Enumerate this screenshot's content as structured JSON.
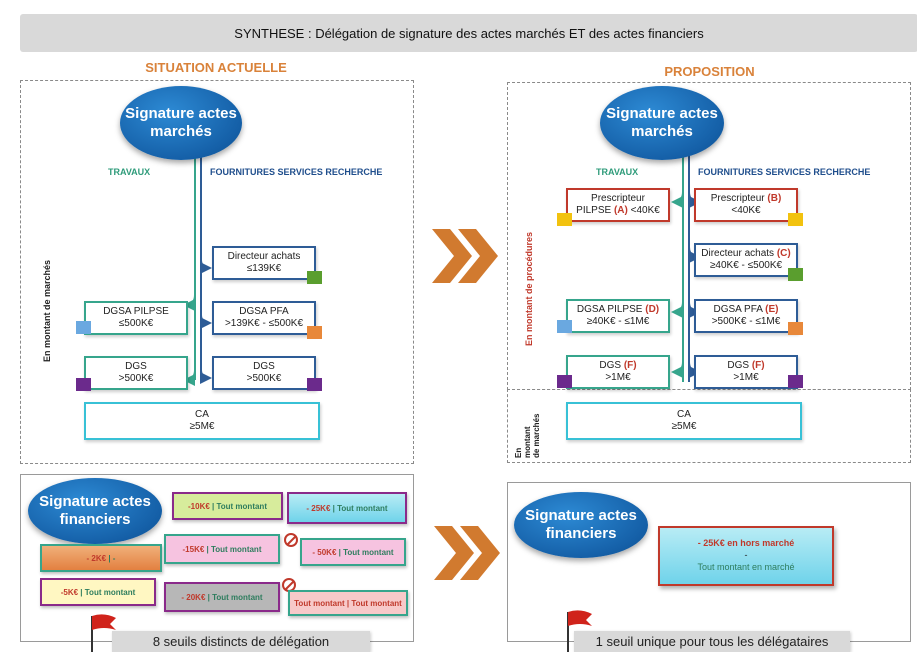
{
  "banner": "SYNTHESE : Délégation de signature des actes marchés ET des actes financiers",
  "left": {
    "title": "SITUATION ACTUELLE",
    "ellipse": [
      "Signature actes",
      "marchés"
    ],
    "col_travaux": "TRAVAUX",
    "col_fsr": "FOURNITURES SERVICES RECHERCHE",
    "vertical_label": "En montant de marchés",
    "boxes": {
      "dir_achats": [
        "Directeur achats",
        "≤139K€"
      ],
      "dgsa_pilpse": [
        "DGSA PILPSE",
        "≤500K€"
      ],
      "dgsa_pfa": [
        "DGSA PFA",
        ">139K€ - ≤500K€"
      ],
      "dgs_t": [
        "DGS",
        ">500K€"
      ],
      "dgs_f": [
        "DGS",
        ">500K€"
      ],
      "ca": [
        "CA",
        "≥5M€"
      ]
    }
  },
  "right": {
    "title": "PROPOSITION",
    "ellipse": [
      "Signature actes",
      "marchés"
    ],
    "col_travaux": "TRAVAUX",
    "col_fsr": "FOURNITURES SERVICES RECHERCHE",
    "vertical_label": "En montant de procédures",
    "vertical_label2": [
      "En",
      "montant",
      "de marchés"
    ],
    "boxes": {
      "prescr_pilpse": {
        "l1": "Prescripteur",
        "l2a": "PILPSE ",
        "tag": "(A)",
        "l2b": " <40K€"
      },
      "prescr": {
        "l1a": "Prescripteur ",
        "tag": "(B)",
        "l2": "<40K€"
      },
      "dir_achats": {
        "l1a": "Directeur achats ",
        "tag": "(C)",
        "l2": "≥40K€ - ≤500K€"
      },
      "dgsa_pilpse": {
        "l1a": "DGSA PILPSE ",
        "tag": "(D)",
        "l2": "≥40K€ - ≤1M€"
      },
      "dgsa_pfa": {
        "l1a": "DGSA PFA ",
        "tag": "(E)",
        "l2": ">500K€ - ≤1M€"
      },
      "dgs_t": {
        "l1a": "DGS ",
        "tag": "(F)",
        "l2": ">1M€"
      },
      "dgs_f": {
        "l1a": "DGS ",
        "tag": "(F)",
        "l2": ">1M€"
      },
      "ca": [
        "CA",
        "≥5M€"
      ]
    }
  },
  "bottom_left": {
    "ellipse": [
      "Signature actes",
      "financiers"
    ],
    "thresholds": [
      {
        "amt": "-10K€",
        "rest": " | Tout montant"
      },
      {
        "amt": "- 25K€",
        "rest": " | Tout montant"
      },
      {
        "amt": "- 2K€",
        "rest": " | -"
      },
      {
        "amt": "-15K€",
        "rest": " | Tout montant"
      },
      {
        "amt": "- 50K€",
        "rest": " | Tout montant"
      },
      {
        "amt": "-5K€",
        "rest": " | Tout montant"
      },
      {
        "amt": "- 20K€",
        "rest": " | Tout montant"
      },
      {
        "amt": "Tout montant",
        "rest": " | Tout montant"
      }
    ],
    "caption": "8 seuils distincts de délégation"
  },
  "bottom_right": {
    "ellipse": [
      "Signature actes",
      "financiers"
    ],
    "box": [
      "- 25K€ en hors marché",
      "-",
      "Tout montant en marché"
    ],
    "caption": "1 seuil unique pour tous les délégataires"
  },
  "colors": {
    "accent_orange": "#d9823a",
    "blue": "#1560a8",
    "green": "#36a58c",
    "red": "#c0392b"
  }
}
